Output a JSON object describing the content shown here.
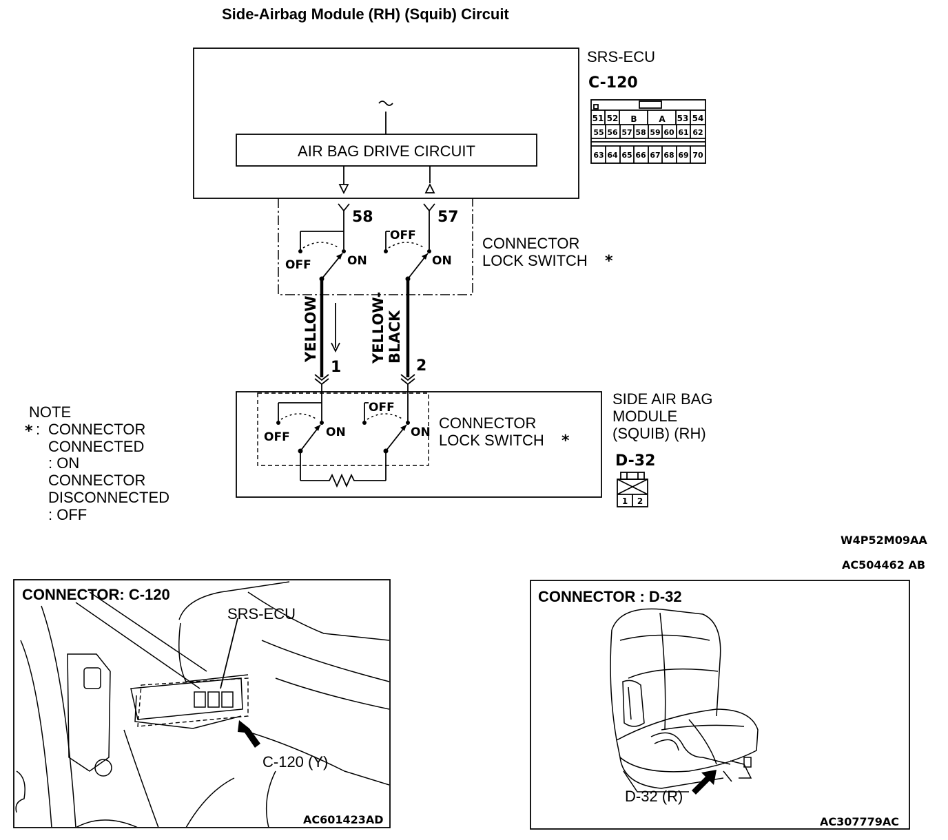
{
  "title": "Side-Airbag Module (RH) (Squib) Circuit",
  "ecu": {
    "name": "SRS-ECU",
    "connector": "C-120",
    "circuit_label": "AIR BAG DRIVE CIRCUIT",
    "pins": [
      "58",
      "57"
    ],
    "grid": {
      "row1": [
        "51",
        "52",
        "B",
        "A",
        "53",
        "54"
      ],
      "row2": [
        "55",
        "56",
        "57",
        "58",
        "59",
        "60",
        "61",
        "62"
      ],
      "row3": [
        "63",
        "64",
        "65",
        "66",
        "67",
        "68",
        "69",
        "70"
      ]
    }
  },
  "switch_labels": {
    "off": "OFF",
    "on": "ON"
  },
  "lock_switch_label": [
    "CONNECTOR",
    "LOCK SWITCH"
  ],
  "asterisk": "*",
  "wires": {
    "w1": {
      "color": "YELLOW",
      "pin": "1"
    },
    "w2": {
      "color_line1": "YELLOW-",
      "color_line2": "BLACK",
      "pin": "2"
    }
  },
  "module": {
    "name": [
      "SIDE AIR BAG",
      "MODULE",
      "(SQUIB) (RH)"
    ],
    "connector": "D-32",
    "pins": [
      "1",
      "2"
    ]
  },
  "note": {
    "heading": "NOTE",
    "lines": [
      "CONNECTOR",
      "CONNECTED",
      ": ON",
      "CONNECTOR",
      "DISCONNECTED",
      ": OFF"
    ]
  },
  "diagram_codes": [
    "W4P52M09AA",
    "AC504462 AB"
  ],
  "panel_left": {
    "title": "CONNECTOR: C-120",
    "callout_ecu": "SRS-ECU",
    "callout_connector": "C-120 (Y)",
    "code": "AC601423AD"
  },
  "panel_right": {
    "title": "CONNECTOR : D-32",
    "callout_connector": "D-32 (R)",
    "code": "AC307779AC"
  }
}
